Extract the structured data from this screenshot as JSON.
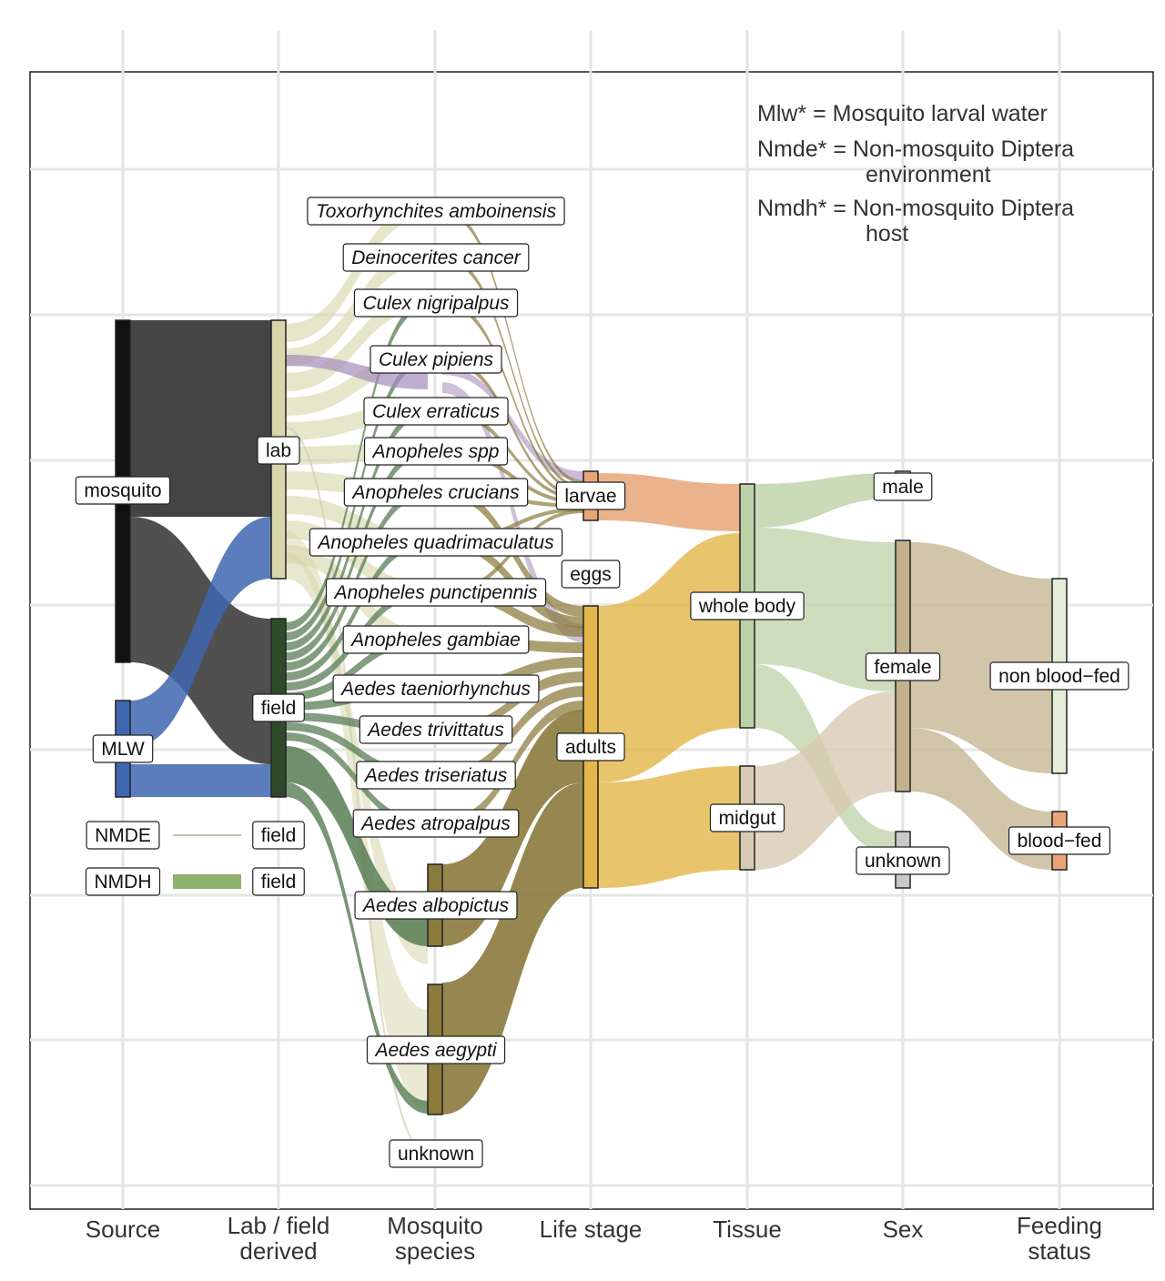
{
  "chart_data": {
    "type": "sankey",
    "axes": [
      [
        "Source"
      ],
      [
        "Lab / field",
        "derived"
      ],
      [
        "Mosquito",
        "species"
      ],
      [
        "Life stage"
      ],
      [
        "Tissue"
      ],
      [
        "Sex"
      ],
      [
        "Feeding",
        "status"
      ]
    ],
    "notes": [
      [
        "Mlw* = Mosquito larval water"
      ],
      [
        "Nmde* = Non-mosquito Diptera",
        "environment"
      ],
      [
        "Nmdh* = Non-mosquito Diptera",
        "host"
      ]
    ],
    "nodes": {
      "source": [
        "mosquito",
        "MLW",
        "NMDE",
        "NMDH"
      ],
      "lab_field": [
        "lab",
        "field",
        "field",
        "field"
      ],
      "species": [
        "Toxorhynchites amboinensis",
        "Deinocerites cancer",
        "Culex nigripalpus",
        "Culex pipiens",
        "Culex erraticus",
        "Anopheles spp",
        "Anopheles crucians",
        "Anopheles quadrimaculatus",
        "Anopheles punctipennis",
        "Anopheles gambiae",
        "Aedes taeniorhynchus",
        "Aedes trivittatus",
        "Aedes triseriatus",
        "Aedes atropalpus",
        "Aedes albopictus",
        "Aedes aegypti",
        "unknown"
      ],
      "life_stage": [
        "larvae",
        "eggs",
        "adults"
      ],
      "tissue": [
        "whole body",
        "midgut"
      ],
      "sex": [
        "male",
        "female",
        "unknown"
      ],
      "feeding_status": [
        "non blood−fed",
        "blood−fed"
      ]
    },
    "colors": {
      "mosquito": "#111111",
      "mlw": "#3f66b0",
      "lab": "#d6d6aa",
      "field": "#2e4a2a",
      "field_flow": "#587c55",
      "species_flow": "#8a7a3c",
      "larvae_flow": "#e8a678",
      "adults": "#e2b648",
      "whole_body": "#bcd1a8",
      "midgut": "#d7cbb3",
      "female": "#c2b28d",
      "unknown_sex": "#c8c8c8",
      "non_blood_fed": "#e2eed8",
      "blood_fed": "#e9a577",
      "nmdh_flow": "#8fb06e",
      "purple": "#a58cbc"
    }
  }
}
